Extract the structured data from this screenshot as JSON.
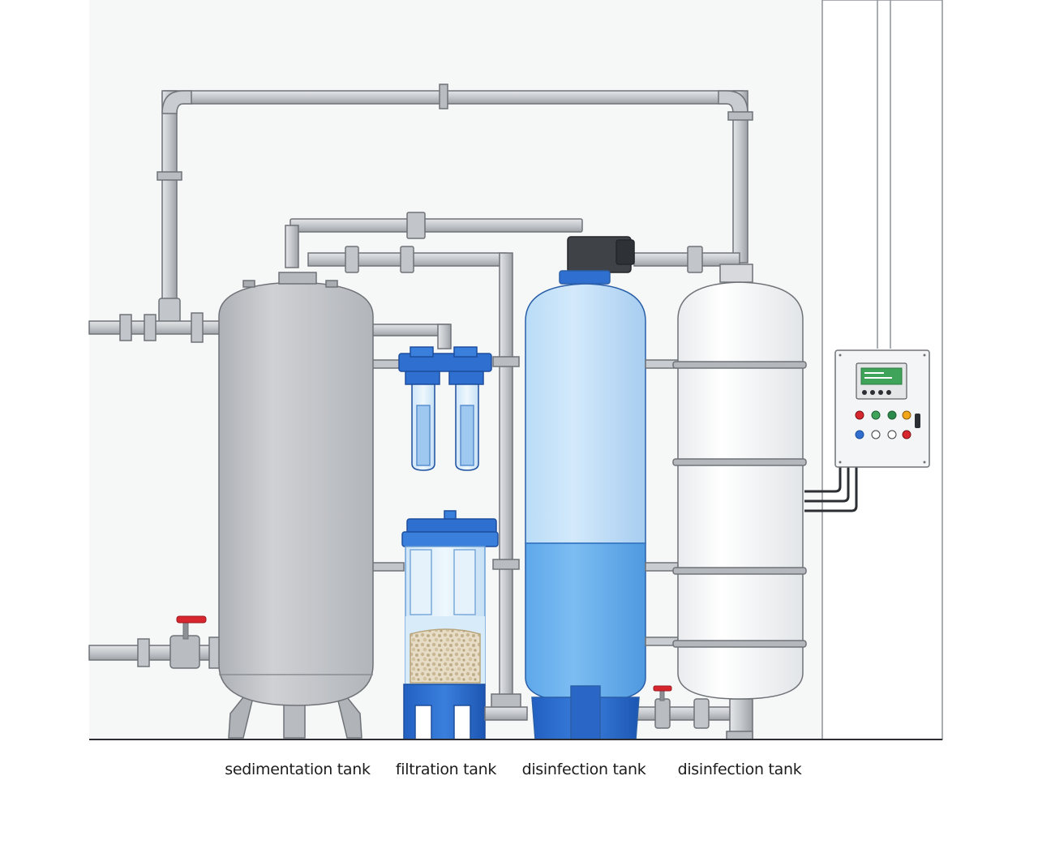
{
  "labels": {
    "sedimentation": "sedimentation tank",
    "filtration": "filtration tank",
    "disinfection_1": "disinfection tank",
    "disinfection_2": "disinfection tank"
  },
  "colors": {
    "pipe": "#c9ccd0",
    "sedimentation_tank": "#c6c8cc",
    "filter_blue": "#2f6fd0",
    "disinfection_tank_blue": "#a9d2f4",
    "disinfection_tank_white": "#f7f8f9",
    "valve_handle": "#d8262e",
    "control_screen": "#3fa45a"
  },
  "icons": {
    "control_panel": "control-panel-icon",
    "valve": "valve-icon"
  }
}
